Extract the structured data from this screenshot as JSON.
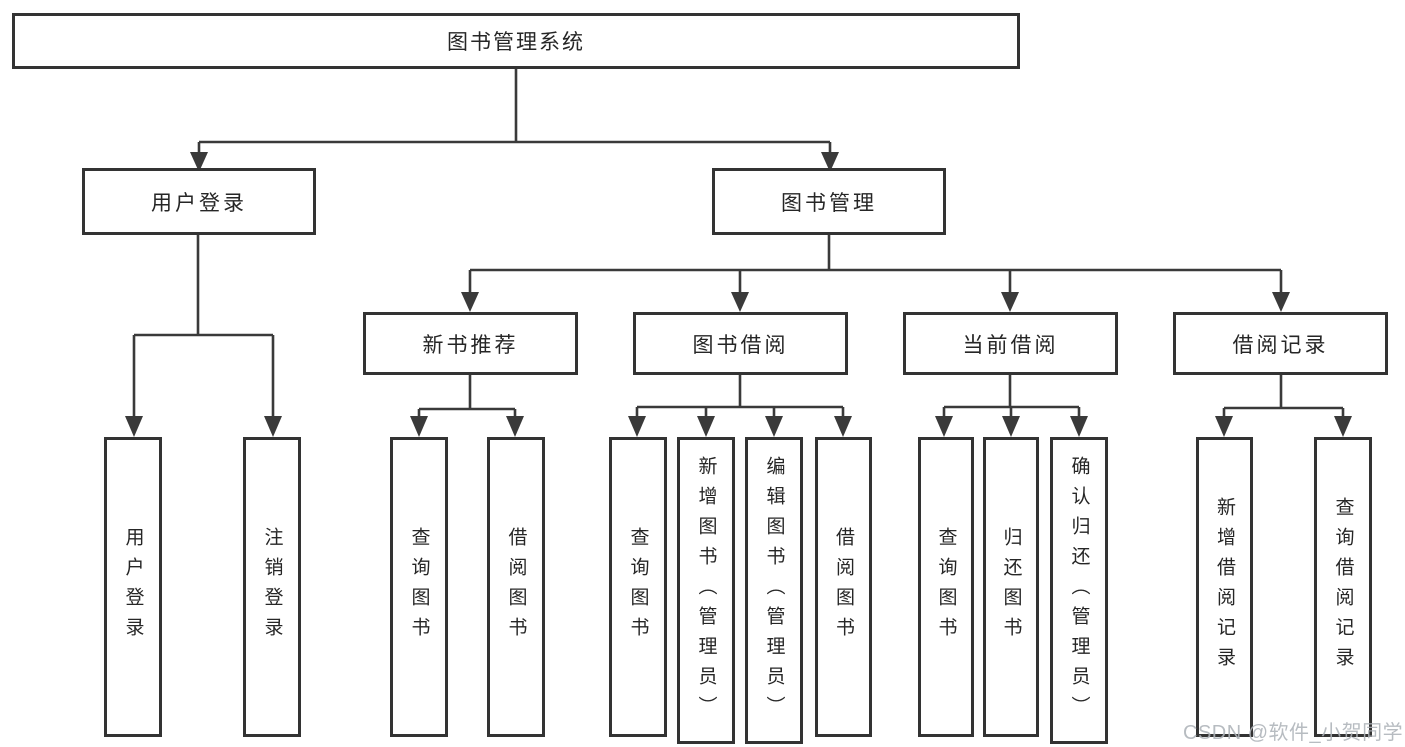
{
  "diagram": {
    "root": {
      "label": "图书管理系统"
    },
    "level2": [
      {
        "label": "用户登录"
      },
      {
        "label": "图书管理"
      }
    ],
    "level3": [
      {
        "label": "新书推荐"
      },
      {
        "label": "图书借阅"
      },
      {
        "label": "当前借阅"
      },
      {
        "label": "借阅记录"
      }
    ],
    "leaves": {
      "user_login": [
        {
          "label": "用户登录"
        },
        {
          "label": "注销登录"
        }
      ],
      "new_book_recommend": [
        {
          "label": "查询图书"
        },
        {
          "label": "借阅图书"
        }
      ],
      "book_borrow": [
        {
          "label": "查询图书"
        },
        {
          "label": "新增图书（管理员）"
        },
        {
          "label": "编辑图书（管理员）"
        },
        {
          "label": "借阅图书"
        }
      ],
      "current_borrow": [
        {
          "label": "查询图书"
        },
        {
          "label": "归还图书"
        },
        {
          "label": "确认归还（管理员）"
        }
      ],
      "borrow_records": [
        {
          "label": "新增借阅记录"
        },
        {
          "label": "查询借阅记录"
        }
      ]
    },
    "watermark": "CSDN @软件_小贺同学",
    "colors": {
      "line": "#3a3a3a",
      "border": "#333333",
      "text": "#262626",
      "watermark": "#aeb3b9",
      "background": "#ffffff"
    }
  }
}
